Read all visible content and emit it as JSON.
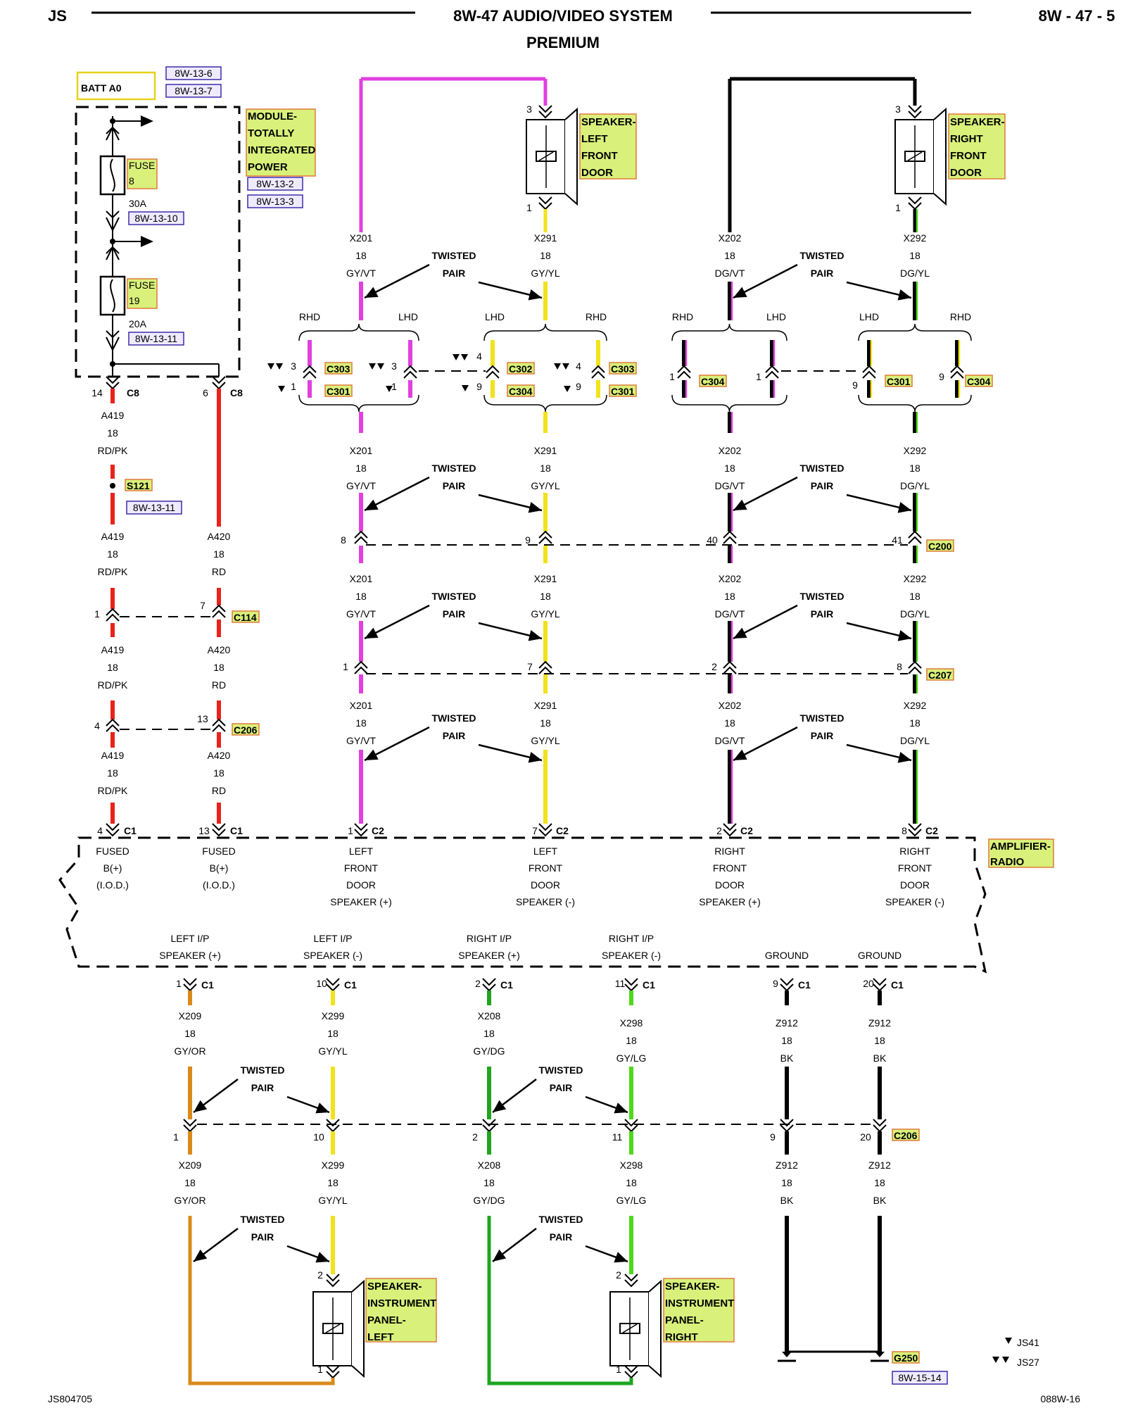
{
  "header": {
    "left": "JS",
    "title_line1": "8W-47 AUDIO/VIDEO SYSTEM",
    "title_line2": "PREMIUM",
    "right": "8W - 47 - 5"
  },
  "footer": {
    "left": "JS804705",
    "right": "088W-16"
  },
  "legend": [
    {
      "symbol": "▼",
      "label": "JS41"
    },
    {
      "symbol": "▼▼",
      "label": "JS27"
    }
  ],
  "components": {
    "batt": "BATT A0",
    "batt_refs": [
      "8W-13-6",
      "8W-13-7"
    ],
    "tipm": [
      "MODULE-",
      "TOTALLY",
      "INTEGRATED",
      "POWER"
    ],
    "tipm_refs": [
      "8W-13-2",
      "8W-13-3"
    ],
    "fuse8": {
      "name": "FUSE",
      "num": "8",
      "rating": "30A",
      "ref": "8W-13-10"
    },
    "fuse19": {
      "name": "FUSE",
      "num": "19",
      "rating": "20A",
      "ref": "8W-13-11"
    },
    "spk_lf": [
      "SPEAKER-",
      "LEFT",
      "FRONT",
      "DOOR"
    ],
    "spk_rf": [
      "SPEAKER-",
      "RIGHT",
      "FRONT",
      "DOOR"
    ],
    "spk_ipl": [
      "SPEAKER-",
      "INSTRUMENT",
      "PANEL-",
      "LEFT"
    ],
    "spk_ipr": [
      "SPEAKER-",
      "INSTRUMENT",
      "PANEL-",
      "RIGHT"
    ],
    "amp": [
      "AMPLIFIER-",
      "RADIO"
    ],
    "splice": "S121",
    "splice_ref": "8W-13-11",
    "ground": "G250",
    "ground_ref": "8W-15-14"
  },
  "terms": {
    "twisted": "TWISTED",
    "pair": "PAIR",
    "rhd": "RHD",
    "lhd": "LHD"
  },
  "wires": {
    "a419": {
      "circuit": "A419",
      "gauge": "18",
      "color": "RD/PK"
    },
    "a420": {
      "circuit": "A420",
      "gauge": "18",
      "color": "RD"
    },
    "x201": {
      "circuit": "X201",
      "gauge": "18",
      "color": "GY/VT"
    },
    "x291": {
      "circuit": "X291",
      "gauge": "18",
      "color": "GY/YL"
    },
    "x202": {
      "circuit": "X202",
      "gauge": "18",
      "color": "DG/VT"
    },
    "x292": {
      "circuit": "X292",
      "gauge": "18",
      "color": "DG/YL"
    },
    "x209": {
      "circuit": "X209",
      "gauge": "18",
      "color": "GY/OR"
    },
    "x299": {
      "circuit": "X299",
      "gauge": "18",
      "color": "GY/YL"
    },
    "x208": {
      "circuit": "X208",
      "gauge": "18",
      "color": "GY/DG"
    },
    "x298": {
      "circuit": "X298",
      "gauge": "18",
      "color": "GY/LG"
    },
    "z912": {
      "circuit": "Z912",
      "gauge": "18",
      "color": "BK"
    }
  },
  "amp_top_labels": [
    [
      "FUSED",
      "B(+)",
      "(I.O.D.)"
    ],
    [
      "FUSED",
      "B(+)",
      "(I.O.D.)"
    ],
    [
      "LEFT",
      "FRONT",
      "DOOR",
      "SPEAKER (+)"
    ],
    [
      "LEFT",
      "FRONT",
      "DOOR",
      "SPEAKER (-)"
    ],
    [
      "RIGHT",
      "FRONT",
      "DOOR",
      "SPEAKER (+)"
    ],
    [
      "RIGHT",
      "FRONT",
      "DOOR",
      "SPEAKER (-)"
    ]
  ],
  "amp_bottom_labels": [
    [
      "LEFT I/P",
      "SPEAKER (+)"
    ],
    [
      "LEFT I/P",
      "SPEAKER (-)"
    ],
    [
      "RIGHT I/P",
      "SPEAKER (+)"
    ],
    [
      "RIGHT I/P",
      "SPEAKER (-)"
    ],
    [
      "GROUND"
    ],
    [
      "GROUND"
    ]
  ],
  "connectors": {
    "c8": "C8",
    "c114": "C114",
    "c206": "C206",
    "c1": "C1",
    "c2": "C2",
    "c200": "C200",
    "c207": "C207",
    "c301": "C301",
    "c302": "C302",
    "c303": "C303",
    "c304": "C304"
  },
  "pins": {
    "c8_a": "14",
    "c8_b": "6",
    "c114_a": "1",
    "c114_b": "7",
    "c206_a": "4",
    "c206_b": "13",
    "c1_a": "4",
    "c1_b": "13",
    "c2": [
      "1",
      "7",
      "2",
      "8"
    ],
    "c200": [
      "8",
      "9",
      "40",
      "41"
    ],
    "c207": [
      "1",
      "7",
      "2",
      "8"
    ],
    "spk_top": "3",
    "spk_bot": "1",
    "ipspk_top": "2",
    "ipspk_bot": "1",
    "c1_bottom": [
      "1",
      "10",
      "2",
      "11",
      "9",
      "20"
    ],
    "c206_bottom": [
      "1",
      "10",
      "2",
      "11",
      "9",
      "20"
    ],
    "c303_lhd": "3",
    "c301_lhd": "1",
    "c302": "4",
    "c304_lhd": "9",
    "c303_rhd": "4",
    "c301_rhd": "9",
    "c304_r1": "1",
    "c304_r2": "1",
    "c301_g": "9",
    "c304_g": "9"
  },
  "colors": {
    "red": "#e8231b",
    "violet": "#e23fe0",
    "yellow": "#f2e21b",
    "green": "#1fa51f",
    "lightgreen": "#4fd81b",
    "orange": "#d98a1a",
    "black": "#000000",
    "highlight": "#d9f07a",
    "highlight_border": "#e07a3a",
    "ref_border": "#3a2ca8",
    "ref_fill": "#efeaff"
  }
}
